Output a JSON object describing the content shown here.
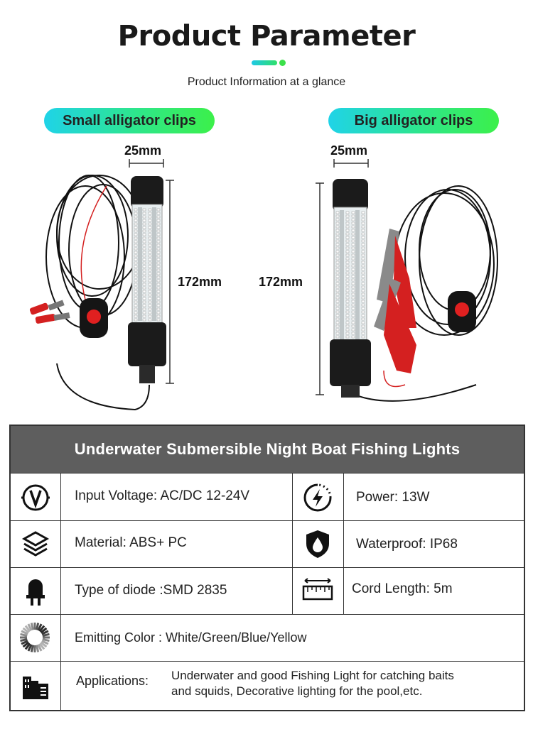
{
  "header": {
    "title": "Product Parameter",
    "subtitle": "Product Information at a glance"
  },
  "variants": {
    "left_label": "Small alligator clips",
    "right_label": "Big alligator clips",
    "left_width": "25mm",
    "left_length": "172mm",
    "right_width": "25mm",
    "right_length": "172mm"
  },
  "specs": {
    "heading": "Underwater Submersible Night Boat Fishing Lights",
    "voltage": "Input Voltage: AC/DC 12-24V",
    "power": "Power: 13W",
    "material": "Material:  ABS+ PC",
    "waterproof": "Waterproof: IP68",
    "diode": "Type of diode :SMD 2835",
    "cord": "Cord Length: 5m",
    "color": "Emitting Color : White/Green/Blue/Yellow",
    "applications_label": "Applications:",
    "applications_line1": "Underwater and good Fishing Light for catching baits",
    "applications_line2": "and squids, Decorative lighting for the pool,etc."
  },
  "colors": {
    "accent_start": "#1fd3e8",
    "accent_end": "#3cf04a",
    "table_header": "#5e5e5e",
    "switch_red": "#e02020"
  }
}
